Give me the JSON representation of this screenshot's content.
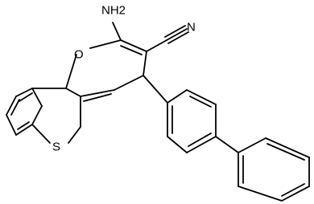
{
  "molecule": {
    "atoms": {
      "nh2": "NH2",
      "oxygen": "O",
      "nitrogen": "N",
      "sulfur": "S"
    },
    "colors": {
      "bond": "#000000",
      "background": "#ffffff"
    }
  }
}
